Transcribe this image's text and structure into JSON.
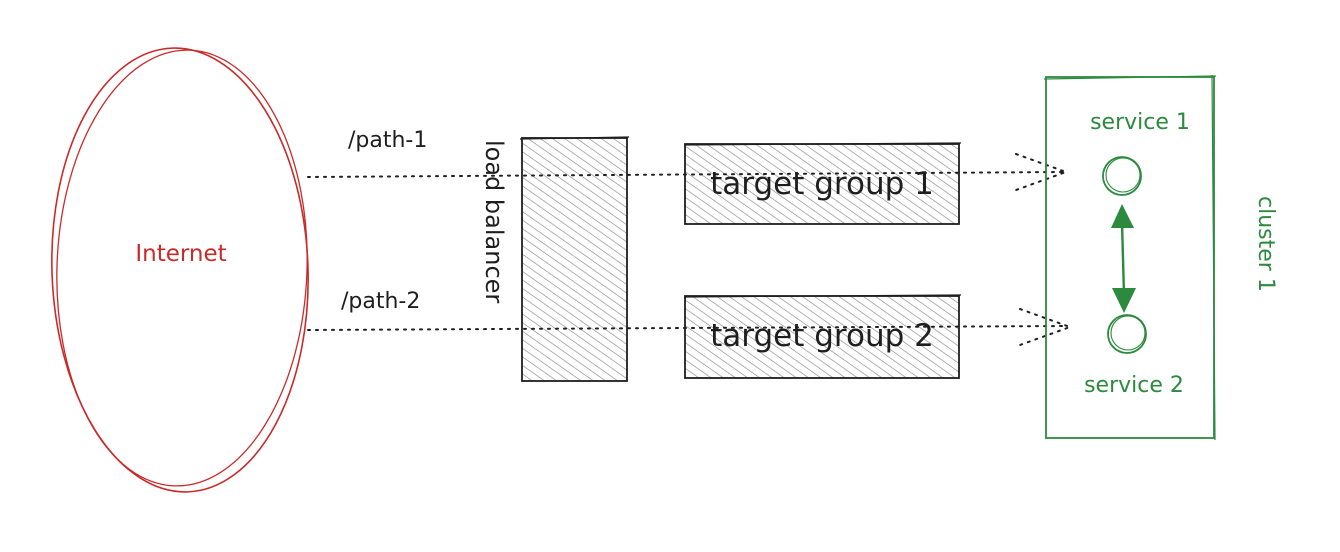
{
  "internet": {
    "label": "Internet"
  },
  "routes": [
    {
      "label": "/path-1"
    },
    {
      "label": "/path-2"
    }
  ],
  "load_balancer": {
    "label": "load balancer"
  },
  "target_groups": [
    {
      "label": "target group 1"
    },
    {
      "label": "target group 2"
    }
  ],
  "cluster": {
    "label": "cluster 1",
    "services": [
      {
        "label": "service 1"
      },
      {
        "label": "service 2"
      }
    ]
  },
  "colors": {
    "internet": "#c92a2a",
    "cluster": "#2b8a3e",
    "ink": "#1e1e1e"
  }
}
